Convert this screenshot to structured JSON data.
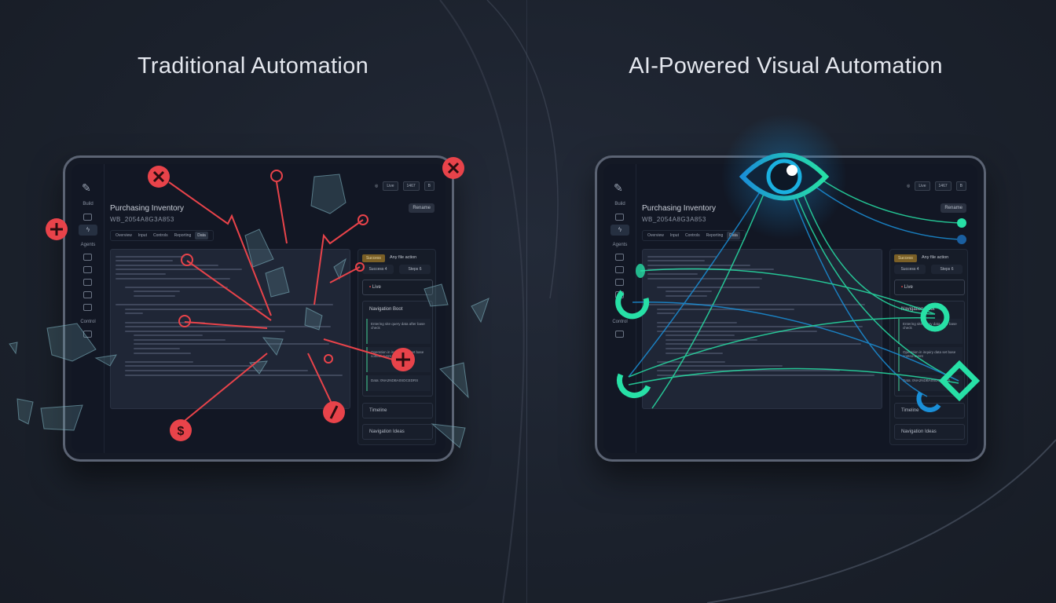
{
  "left": {
    "title": "Traditional Automation",
    "accent": "#e8434a"
  },
  "right": {
    "title": "AI-Powered Visual Automation",
    "accent": "#27e0a6",
    "accent2": "#1a8fd8"
  },
  "app": {
    "sidebar": {
      "build": "Build",
      "agents": "Agents",
      "control": "Control"
    },
    "page_title": "Purchasing Inventory",
    "page_sub": "WB_2054A8G3A853",
    "tabs": [
      "Overview",
      "Input",
      "Controls",
      "Reporting",
      "Data"
    ],
    "topbar": {
      "status": "Live",
      "count": "1467",
      "menu": "B"
    },
    "rename_label": "Rename",
    "panel": {
      "badge": "Success",
      "action": "Any file action",
      "chip1": "Success 4",
      "chip2": "Steps 6",
      "live": "Live",
      "card_title": "Navigation Boot",
      "step1": "Entering site query data after base check",
      "step2": "Operation in inquiry data set base control event",
      "step3": "Data: 0NA2NDBA0SDCEDRS",
      "timeline": "Timeline",
      "nav_ideas": "Navigation Ideas"
    }
  }
}
